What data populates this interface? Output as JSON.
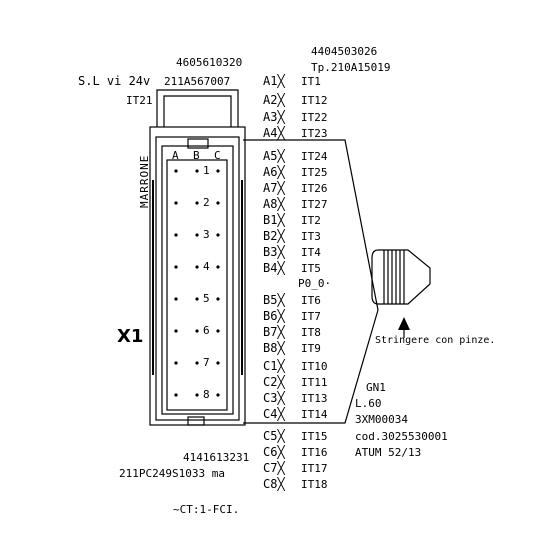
{
  "header": {
    "code1": "4605610320",
    "label_left": "S.L vi 24v",
    "code2": "211A567007",
    "it21": "IT21",
    "code3": "4404503026",
    "code4": "Tp.210A15019"
  },
  "connector": {
    "name": "X1",
    "color_label": "MARRONE",
    "columns": [
      "A",
      "B",
      "C"
    ],
    "pins": [
      "1",
      "2",
      "3",
      "4",
      "5",
      "6",
      "7",
      "8"
    ]
  },
  "terminals": [
    {
      "pin": "A1",
      "sig": "IT1"
    },
    {
      "pin": "A2",
      "sig": "IT12"
    },
    {
      "pin": "A3",
      "sig": "IT22"
    },
    {
      "pin": "A4",
      "sig": "IT23"
    },
    {
      "pin": "A5",
      "sig": "IT24"
    },
    {
      "pin": "A6",
      "sig": "IT25"
    },
    {
      "pin": "A7",
      "sig": "IT26"
    },
    {
      "pin": "A8",
      "sig": "IT27"
    },
    {
      "pin": "B1",
      "sig": "IT2"
    },
    {
      "pin": "B2",
      "sig": "IT3"
    },
    {
      "pin": "B3",
      "sig": "IT4"
    },
    {
      "pin": "B4",
      "sig": "IT5"
    },
    {
      "pin": "B5",
      "sig": "IT6"
    },
    {
      "pin": "B6",
      "sig": "IT7"
    },
    {
      "pin": "B7",
      "sig": "IT8"
    },
    {
      "pin": "B8",
      "sig": "IT9"
    },
    {
      "pin": "C1",
      "sig": "IT10"
    },
    {
      "pin": "C2",
      "sig": "IT11"
    },
    {
      "pin": "C3",
      "sig": "IT13"
    },
    {
      "pin": "C4",
      "sig": "IT14"
    },
    {
      "pin": "C5",
      "sig": "IT15"
    },
    {
      "pin": "C6",
      "sig": "IT16"
    },
    {
      "pin": "C7",
      "sig": "IT17"
    },
    {
      "pin": "C8",
      "sig": "IT18"
    }
  ],
  "p0_label": "P0_0·",
  "stringere": "Stringere con pinze.",
  "gn": {
    "name": "GN1",
    "length": "L.60",
    "code": "3XM00034",
    "cod": "cod.3025530001",
    "atum": "ATUM 52/13"
  },
  "footer": {
    "code": "4141613231",
    "part": "211PC249S1033 ma",
    "ct": "~CT:1-FCI."
  }
}
